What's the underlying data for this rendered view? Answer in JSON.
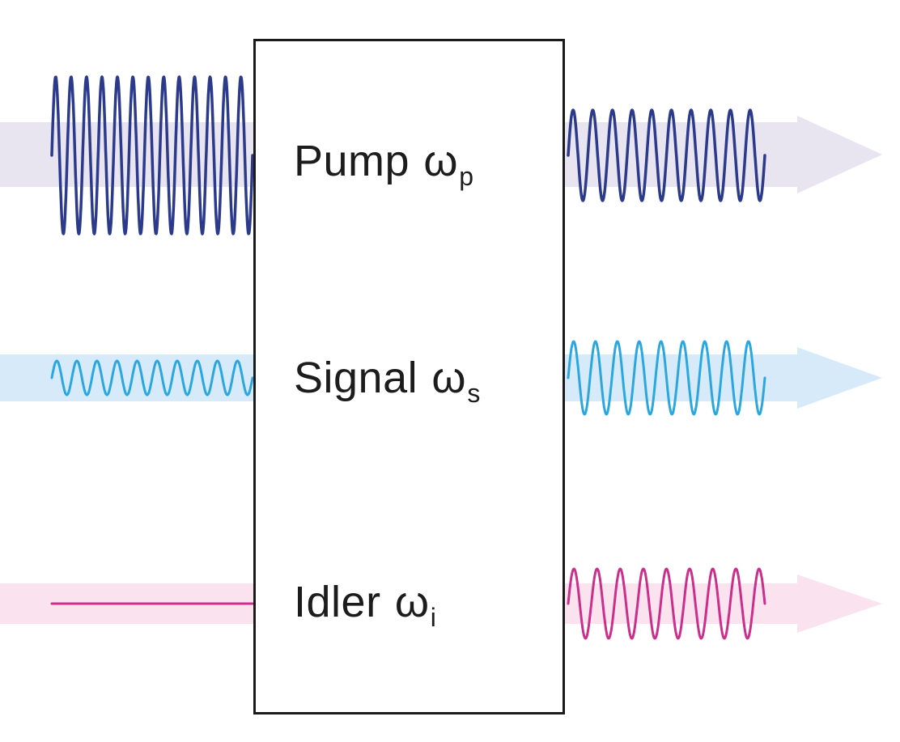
{
  "diagram": {
    "type": "optical-parametric-amplification",
    "medium_box": {
      "border_color": "#1a1a1a",
      "fill_color": "#ffffff"
    },
    "beams": [
      {
        "id": "pump",
        "label": "Pump",
        "symbol": "ω",
        "subscript": "p",
        "wave_color": "#2c3a8c",
        "band_color": "#e8e5f1",
        "stroke_width": 3.5,
        "left_wave": {
          "cycles": 13,
          "amplitude": 97
        },
        "right_wave": {
          "cycles": 10,
          "amplitude": 56
        }
      },
      {
        "id": "signal",
        "label": "Signal",
        "symbol": "ω",
        "subscript": "s",
        "wave_color": "#2aa7e0",
        "band_color": "#d7eaf9",
        "stroke_width": 3,
        "left_wave": {
          "cycles": 10,
          "amplitude": 21
        },
        "right_wave": {
          "cycles": 9,
          "amplitude": 45
        }
      },
      {
        "id": "idler",
        "label": "Idler",
        "symbol": "ω",
        "subscript": "i",
        "wave_color": "#cc2e8c",
        "band_color": "#fae2ef",
        "stroke_width": 3,
        "left_wave": {
          "cycles": 0,
          "amplitude": 0
        },
        "right_wave": {
          "cycles": 8.5,
          "amplitude": 43
        }
      }
    ]
  }
}
